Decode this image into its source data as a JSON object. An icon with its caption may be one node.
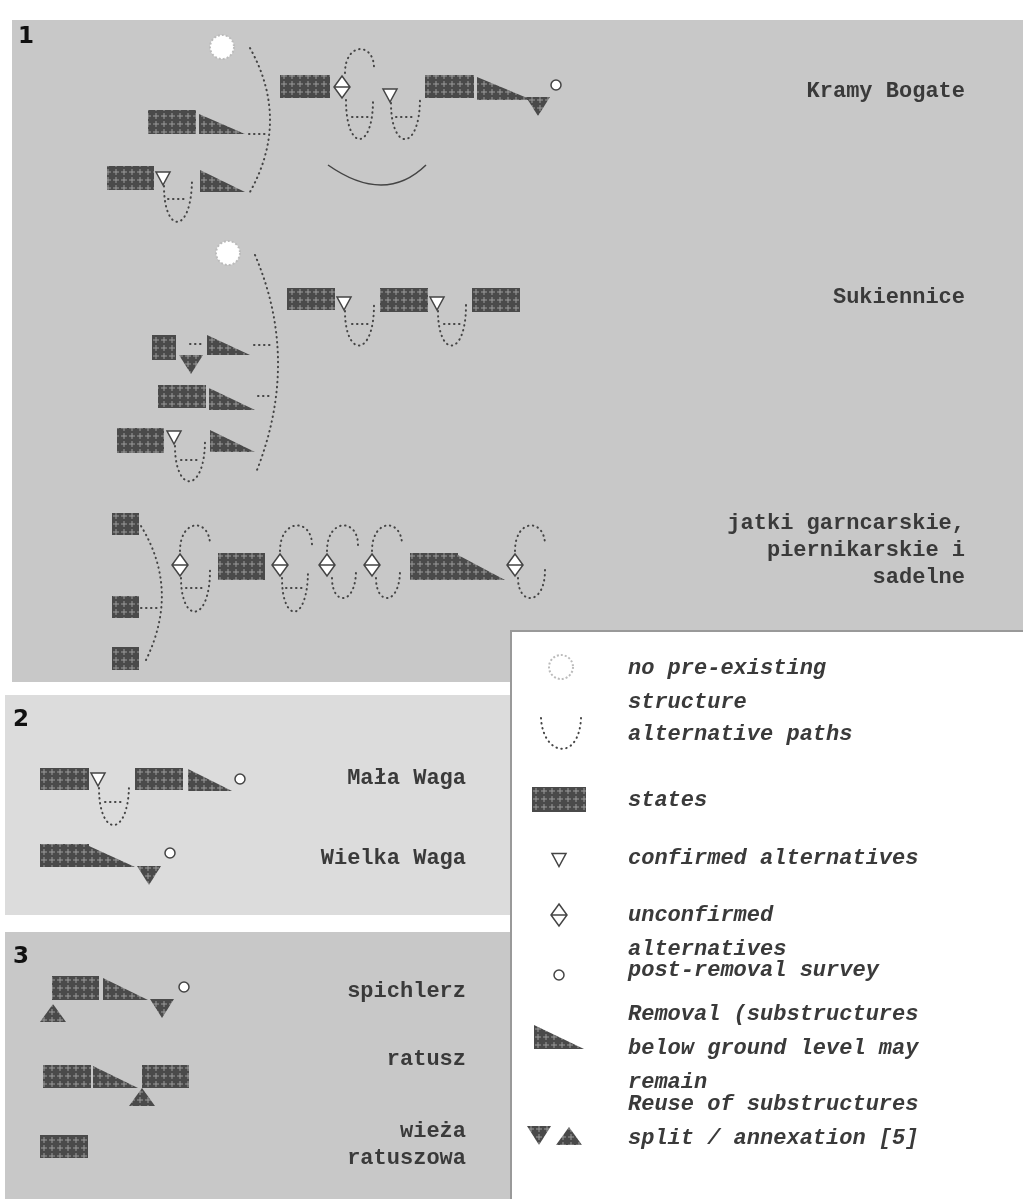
{
  "diagram": {
    "nodes": [
      {
        "text": [
          "1",
          "Kramy Bogate",
          "Sukiennice",
          "jatki garncarskie, piernikarskie i sadelne"
        ]
      },
      {
        "text": [
          "2",
          "Mała Waga",
          "Wielka Waga"
        ]
      },
      {
        "text": [
          "3",
          "spichlerz",
          "ratusz",
          "wieża ratuszowa"
        ]
      }
    ],
    "legend": [
      {
        "text": "no pre-existing structure"
      },
      {
        "text": "alternative paths"
      },
      {
        "text": "states"
      },
      {
        "text": "confirmed alternatives"
      },
      {
        "text": "unconfirmed alternatives"
      },
      {
        "text": "post-removal survey"
      },
      {
        "text": "Removal (substructures below ground level may remain"
      },
      {
        "text": "Reuse of substructures split / annexation [5]"
      }
    ]
  }
}
